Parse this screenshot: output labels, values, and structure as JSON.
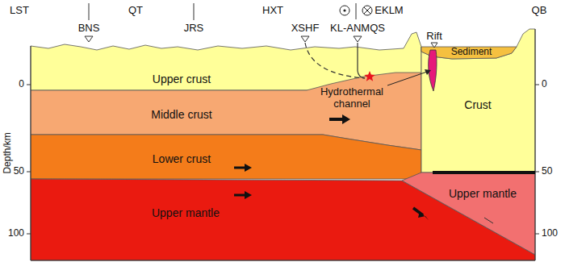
{
  "diagram": {
    "nodes": [
      {
        "text": [
          "Upper crust"
        ]
      },
      {
        "text": [
          "Middle crust"
        ]
      },
      {
        "text": [
          "Lower crust"
        ]
      },
      {
        "text": [
          "Upper mantle"
        ]
      },
      {
        "text": [
          "Crust"
        ]
      },
      {
        "text": [
          "Sediment"
        ]
      },
      {
        "text": [
          "Upper mantle"
        ]
      }
    ],
    "labels": [
      "LST",
      "QT",
      "HXT",
      "EKLM",
      "QB",
      "BNS",
      "JRS",
      "XSHF",
      "KL-ANMQS",
      "Rift",
      "Hydrothermal channel",
      "Depth/km",
      "0",
      "50",
      "100",
      "0",
      "50",
      "100"
    ]
  }
}
